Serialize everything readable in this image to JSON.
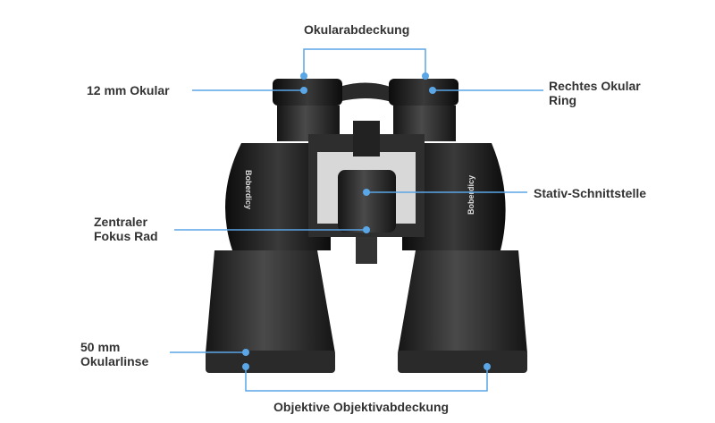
{
  "labels": {
    "eyepiece_cap": "Okularabdeckung",
    "eyepiece_12mm": "12 mm Okular",
    "right_eyepiece_ring_1": "Rechtes Okular",
    "right_eyepiece_ring_2": "Ring",
    "tripod_interface": "Stativ-Schnittstelle",
    "central_focus_1": "Zentraler",
    "central_focus_2": "Fokus Rad",
    "lens_50mm_1": "50 mm",
    "lens_50mm_2": "Okularlinse",
    "objective_cap": "Objektive Objektivabdeckung"
  },
  "brand": "Boberdicy",
  "colors": {
    "callout": "#5aa6e6",
    "text": "#333333",
    "body": "#1c1c1c"
  }
}
